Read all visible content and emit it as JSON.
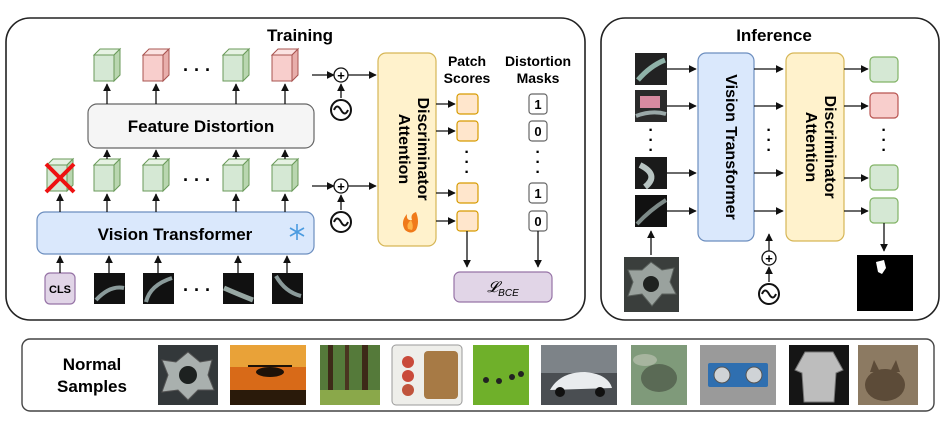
{
  "training": {
    "title": "Training",
    "feature_distortion": "Feature Distortion",
    "vision_transformer": "Vision Transformer",
    "cls_token": "CLS",
    "ellipsis": "· · ·",
    "discriminator_line1": "Attention",
    "discriminator_line2": "Discriminator",
    "patch_scores_line1": "Patch",
    "patch_scores_line2": "Scores",
    "distortion_masks_line1": "Distortion",
    "distortion_masks_line2": "Masks",
    "mask_values": [
      "1",
      "0",
      "1",
      "0"
    ],
    "loss": "𝓛",
    "loss_subscript": "BCE",
    "plus_symbol": "+",
    "noise_symbol": "~"
  },
  "inference": {
    "title": "Inference",
    "vision_transformer": "Vision Transformer",
    "discriminator_line1": "Attention",
    "discriminator_line2": "Discriminator",
    "plus_symbol": "+"
  },
  "normal_samples": {
    "label_line1": "Normal",
    "label_line2": "Samples",
    "thumbnails": [
      "metal-nut",
      "helicopter-sunset",
      "forest",
      "food-tray",
      "hanging-objects",
      "white-car",
      "blurry-animal",
      "circuit-board",
      "shirt",
      "cat"
    ]
  },
  "colors": {
    "token_green": "#d5e8d4",
    "token_green_edge": "#82b366",
    "token_red": "#f8cecc",
    "token_red_edge": "#b85450",
    "vit_fill": "#dae8fc",
    "vit_edge": "#6c8ebf",
    "disc_fill": "#fff2cc",
    "disc_edge": "#d6b656",
    "score_fill": "#ffe6cc",
    "score_edge": "#d79b00",
    "loss_fill": "#e1d5e7",
    "loss_edge": "#9673a6"
  }
}
